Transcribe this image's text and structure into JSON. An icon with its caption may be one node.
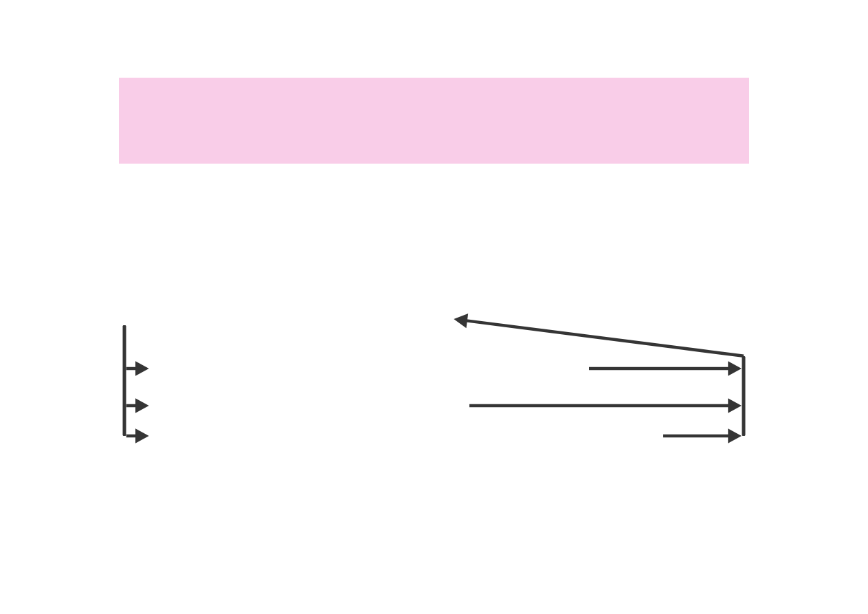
{
  "diagram": {
    "nodes": [
      {
        "text": [],
        "shape": "box"
      },
      {
        "text": [],
        "shape": "bar"
      },
      {
        "text": [],
        "shape": "bar"
      }
    ],
    "edges": [
      {
        "from": 1,
        "to": null,
        "arrow": "to"
      },
      {
        "from": 1,
        "to": null,
        "arrow": "to"
      },
      {
        "from": 1,
        "to": null,
        "arrow": "to"
      },
      {
        "from": null,
        "to": 2,
        "arrow": "to"
      },
      {
        "from": null,
        "to": 2,
        "arrow": "to"
      },
      {
        "from": null,
        "to": 2,
        "arrow": "to"
      },
      {
        "from": 2,
        "to": null,
        "arrow": "to"
      }
    ]
  }
}
